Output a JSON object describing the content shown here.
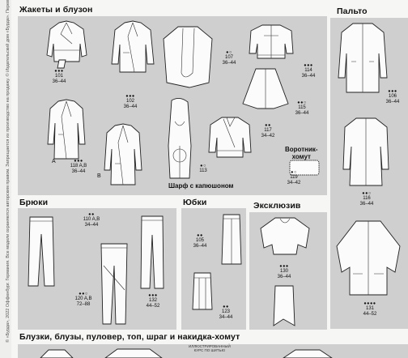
{
  "side_text": "© «Бурда», 2022 Оффенбург. Германия. Все модели охраняются авторским правом. Запрещается их производство на продажу. © Издательский дом «Бурда». Перевод с немецкого",
  "sections": {
    "jackets": "Жакеты и блузон",
    "coats": "Пальто",
    "trousers": "Брюки",
    "skirts": "Юбки",
    "exclusive": "Эксклюзив",
    "blouses": "Блузки, блузы, пуловер, топ, шраг и накидка-хомут"
  },
  "models": [
    {
      "id": "101",
      "dots": "●●●",
      "num": "101",
      "size": "36–44"
    },
    {
      "id": "102",
      "dots": "●●●",
      "num": "102",
      "size": "36–44"
    },
    {
      "id": "107",
      "dots": "●○",
      "num": "107",
      "size": "36–44"
    },
    {
      "id": "114",
      "dots": "●●●",
      "num": "114",
      "size": "36–44"
    },
    {
      "id": "118",
      "dots": "●●●",
      "num": "118 A,B",
      "size": "36–44"
    },
    {
      "id": "113",
      "dots": "●○",
      "num": "113",
      "size": ""
    },
    {
      "id": "115",
      "dots": "●●○",
      "num": "115",
      "size": "36–44"
    },
    {
      "id": "117",
      "dots": "●●",
      "num": "117",
      "size": "34–42"
    },
    {
      "id": "119",
      "dots": "●○",
      "num": "119",
      "size": "34–42"
    },
    {
      "id": "106",
      "dots": "●●●",
      "num": "106",
      "size": "36–44"
    },
    {
      "id": "116",
      "dots": "●●○",
      "num": "116",
      "size": "36–44"
    },
    {
      "id": "131",
      "dots": "●●●●",
      "num": "131",
      "size": "44–52"
    },
    {
      "id": "110",
      "dots": "●●",
      "num": "110 A,B",
      "size": "34–44"
    },
    {
      "id": "120",
      "dots": "●●○",
      "num": "120 A,B",
      "size": "72–88"
    },
    {
      "id": "132",
      "dots": "●●●",
      "num": "132",
      "size": "44–52"
    },
    {
      "id": "105",
      "dots": "●●",
      "num": "105",
      "size": "36–44"
    },
    {
      "id": "123",
      "dots": "●●",
      "num": "123",
      "size": "34–44"
    },
    {
      "id": "130",
      "dots": "●●●",
      "num": "130",
      "size": "36–44"
    }
  ],
  "letters": {
    "a": "A",
    "b": "B"
  },
  "captions": {
    "scarf": "Шарф с капюшоном",
    "collar": "Воротник-\nхомут"
  },
  "course": "ИЛЛЮСТРИРОВАННЫЙ\nКУРС ПО ШИТЬЮ"
}
